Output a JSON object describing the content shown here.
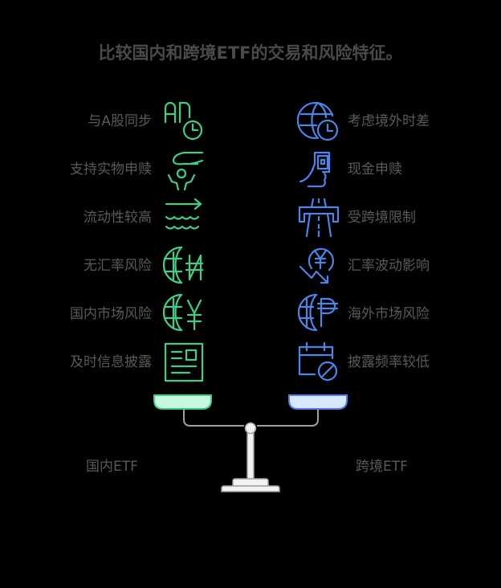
{
  "title": "比较国内和跨境ETF的交易和风险特征。",
  "colors": {
    "domestic_accent": "#3dcf85",
    "domestic_pan_fill": "#c8f7e0",
    "crossborder_accent": "#4a85e8",
    "crossborder_pan_fill": "#dae8ff",
    "text": "#5a5a5a",
    "scale_gray": "#a0a0a0",
    "scale_fill": "#f2f2f2"
  },
  "domestic": {
    "name": "国内ETF",
    "items": [
      {
        "label": "与A股同步",
        "icon": "a-shares-clock-icon"
      },
      {
        "label": "支持实物申赎",
        "icon": "hand-giving-person-icon"
      },
      {
        "label": "流动性较高",
        "icon": "water-flow-arrow-icon"
      },
      {
        "label": "无汇率风险",
        "icon": "globe-naira-icon"
      },
      {
        "label": "国内市场风险",
        "icon": "globe-yen-icon"
      },
      {
        "label": "及时信息披露",
        "icon": "news-document-icon"
      }
    ]
  },
  "crossborder": {
    "name": "跨境ETF",
    "items": [
      {
        "label": "考虑境外时差",
        "icon": "globe-clock-icon"
      },
      {
        "label": "现金申赎",
        "icon": "hand-holding-cash-icon"
      },
      {
        "label": "受跨境限制",
        "icon": "border-gate-road-icon"
      },
      {
        "label": "汇率波动影响",
        "icon": "yen-downtrend-icon"
      },
      {
        "label": "海外市场风险",
        "icon": "globe-peso-icon"
      },
      {
        "label": "披露频率较低",
        "icon": "calendar-blocked-icon"
      }
    ]
  }
}
